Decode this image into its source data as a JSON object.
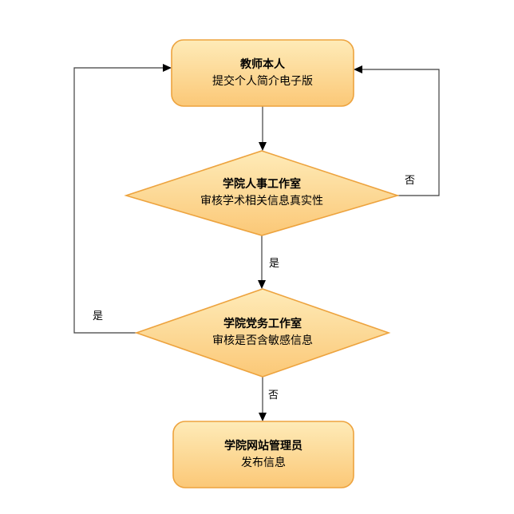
{
  "page": {
    "background": "#ffffff"
  },
  "flowchart": {
    "nodes": [
      {
        "id": "teacher",
        "type": "rounded-rect",
        "title": "教师本人",
        "subtitle": "提交个人简介电子版"
      },
      {
        "id": "hr",
        "type": "decision",
        "title": "学院人事工作室",
        "subtitle": "审核学术相关信息真实性"
      },
      {
        "id": "party",
        "type": "decision",
        "title": "学院党务工作室",
        "subtitle": "审核是否含敏感信息"
      },
      {
        "id": "admin",
        "type": "rounded-rect",
        "title": "学院网站管理员",
        "subtitle": "发布信息"
      }
    ],
    "edges": [
      {
        "from": "teacher",
        "to": "hr",
        "label": ""
      },
      {
        "from": "hr",
        "to": "teacher",
        "label": "否"
      },
      {
        "from": "hr",
        "to": "party",
        "label": "是"
      },
      {
        "from": "party",
        "to": "teacher",
        "label": "是"
      },
      {
        "from": "party",
        "to": "admin",
        "label": "否"
      }
    ],
    "colors": {
      "background": "#ffffff",
      "node_fill_top": "#FEEBB8",
      "node_fill_bottom": "#FBC877",
      "node_border": "#EDA33E",
      "line": "#3f3f3f",
      "arrow": "#000000",
      "text": "#000000"
    }
  }
}
